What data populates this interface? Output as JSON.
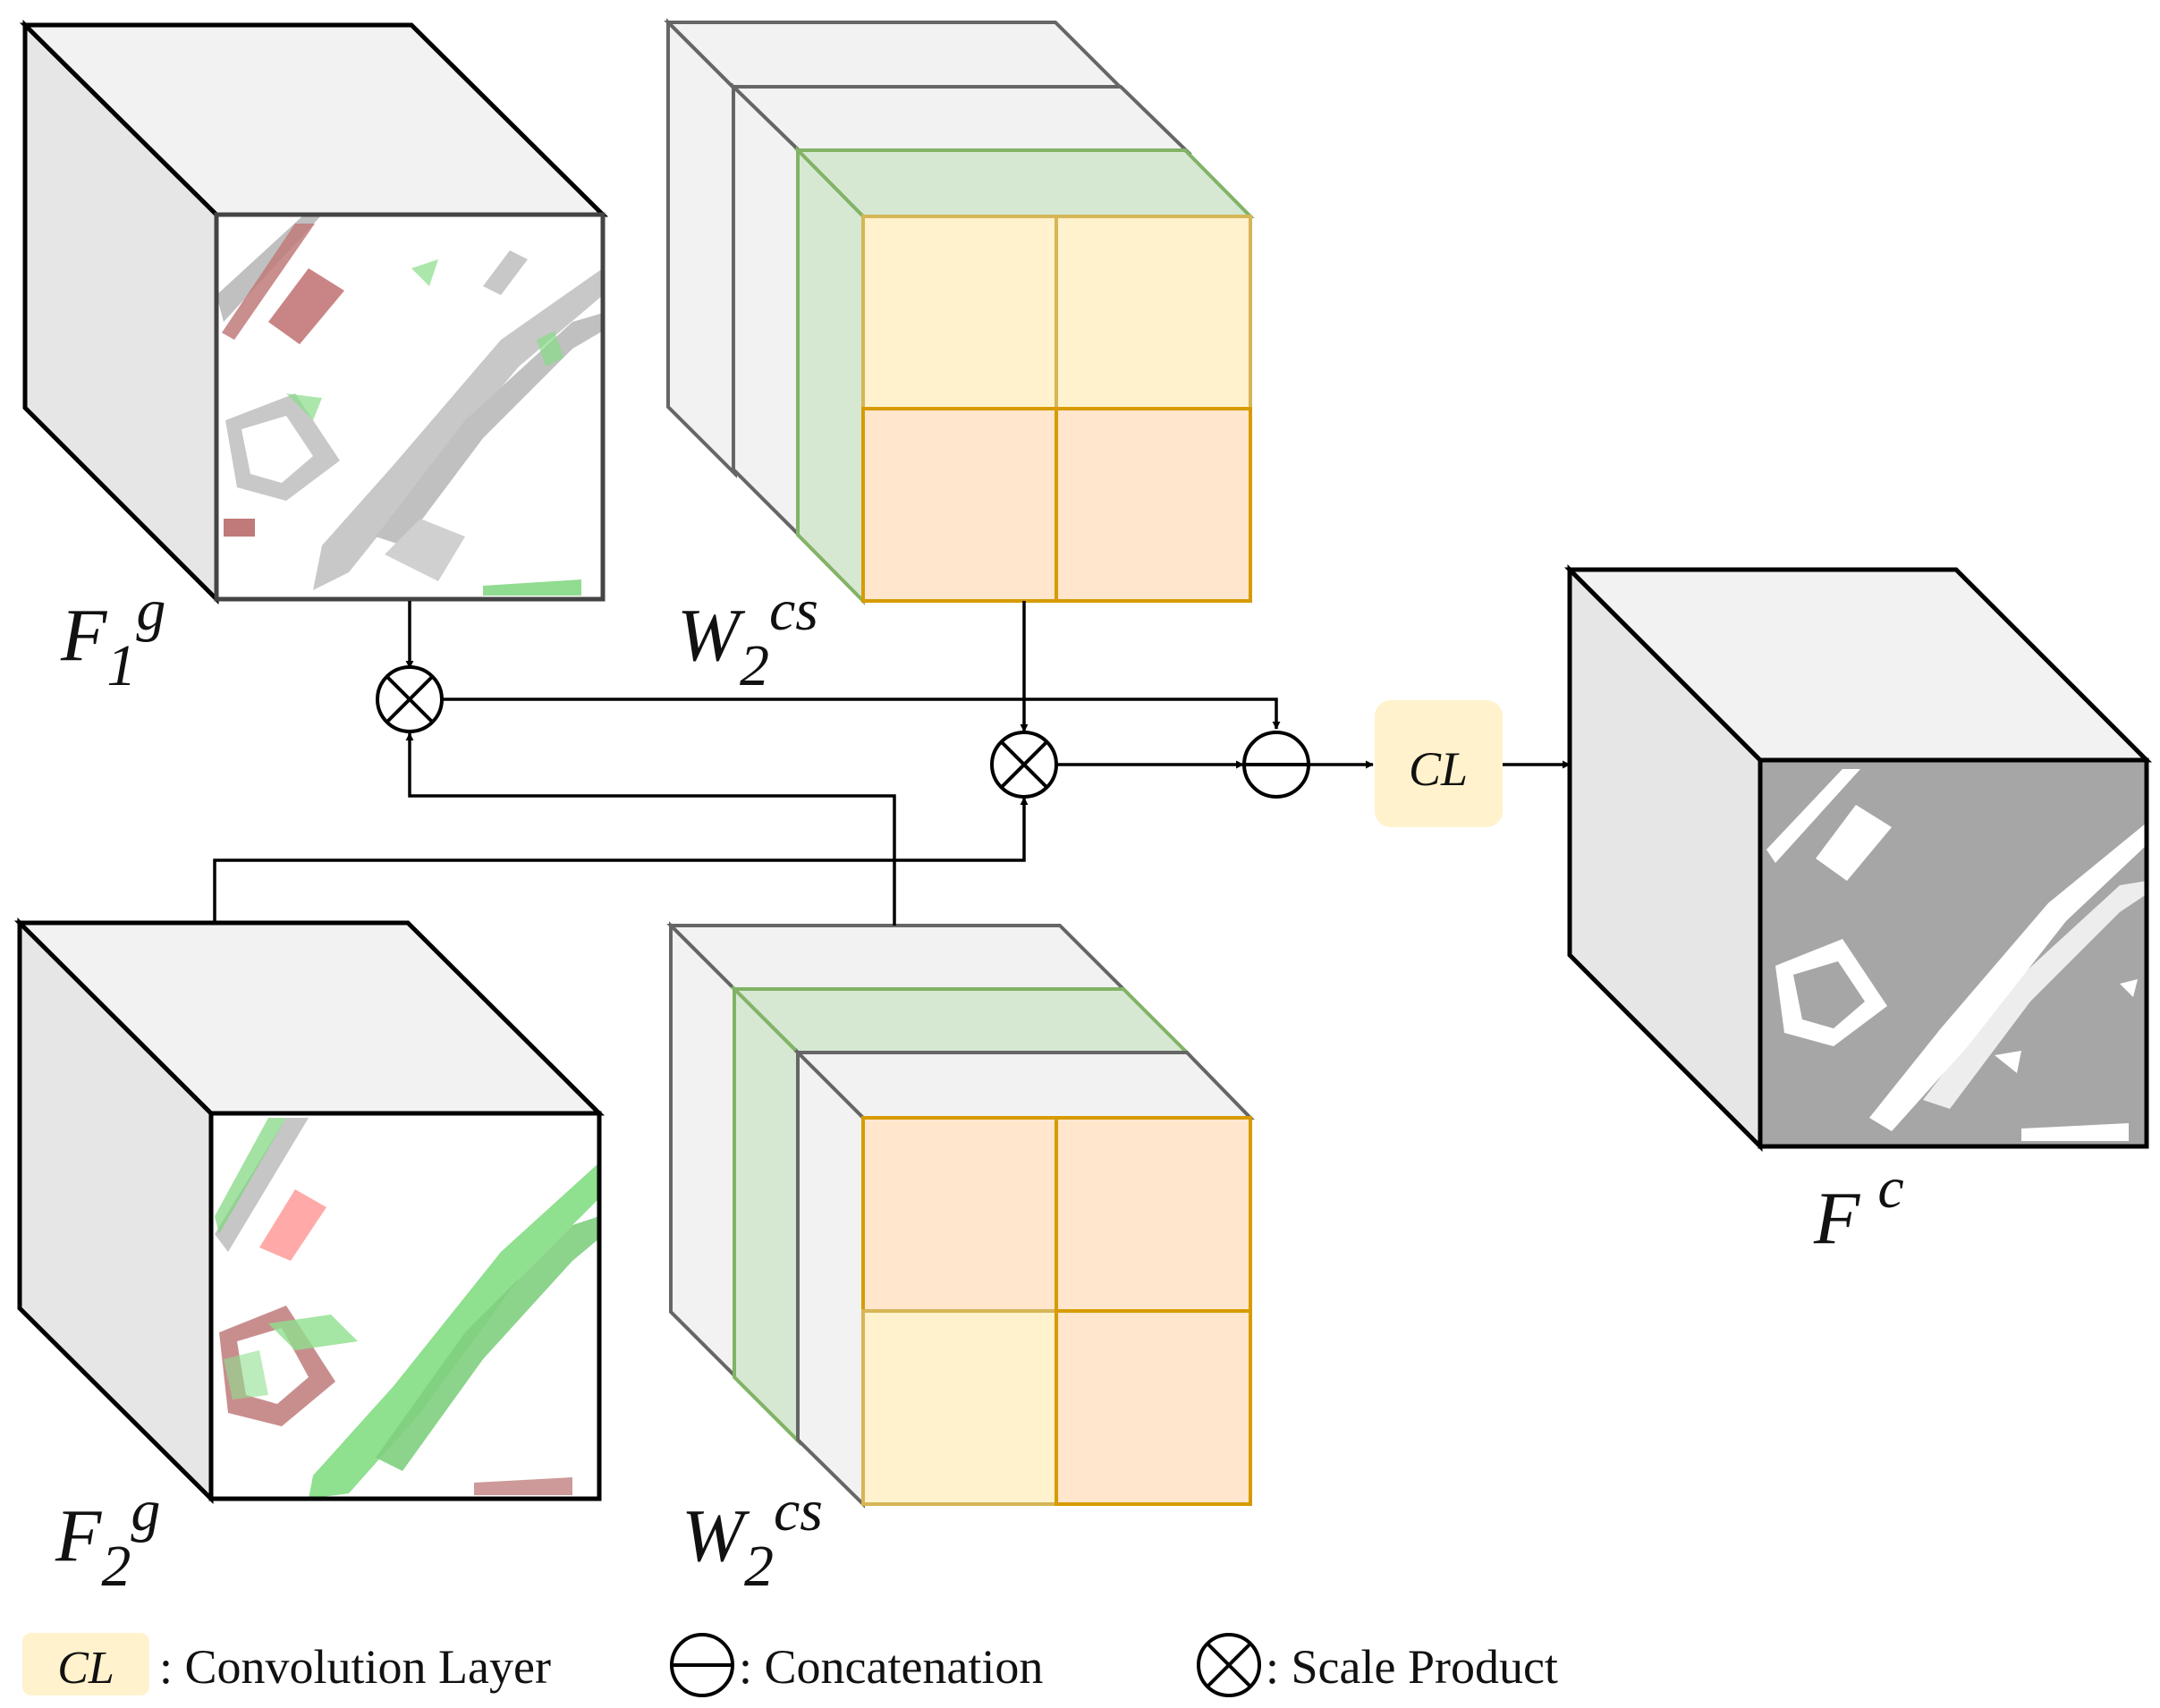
{
  "labels": {
    "f1": {
      "base": "F",
      "sub": "1",
      "sup": "g"
    },
    "f2": {
      "base": "F",
      "sub": "2",
      "sup": "g"
    },
    "w_top": {
      "base": "W",
      "sub": "2",
      "sup": "cs"
    },
    "w_bottom": {
      "base": "W",
      "sub": "2",
      "sup": "cs"
    },
    "fc": {
      "base": "F",
      "sup": "c"
    },
    "cl_box": "CL"
  },
  "legend": {
    "cl_symbol": "CL",
    "cl_text": ": Convolution Layer",
    "concat_text": ": Concatenation",
    "scale_text": ": Scale Product"
  },
  "colors": {
    "cube_side": "#e6e6e6",
    "cube_top": "#f2f2f2",
    "green": "#d6e8d2",
    "green_border": "#82b366",
    "yellow": "#fff2cc",
    "yellow_border": "#d6b656",
    "orange": "#ffe6cc",
    "orange_border": "#d79b00",
    "cl_fill": "#fff2cc"
  }
}
